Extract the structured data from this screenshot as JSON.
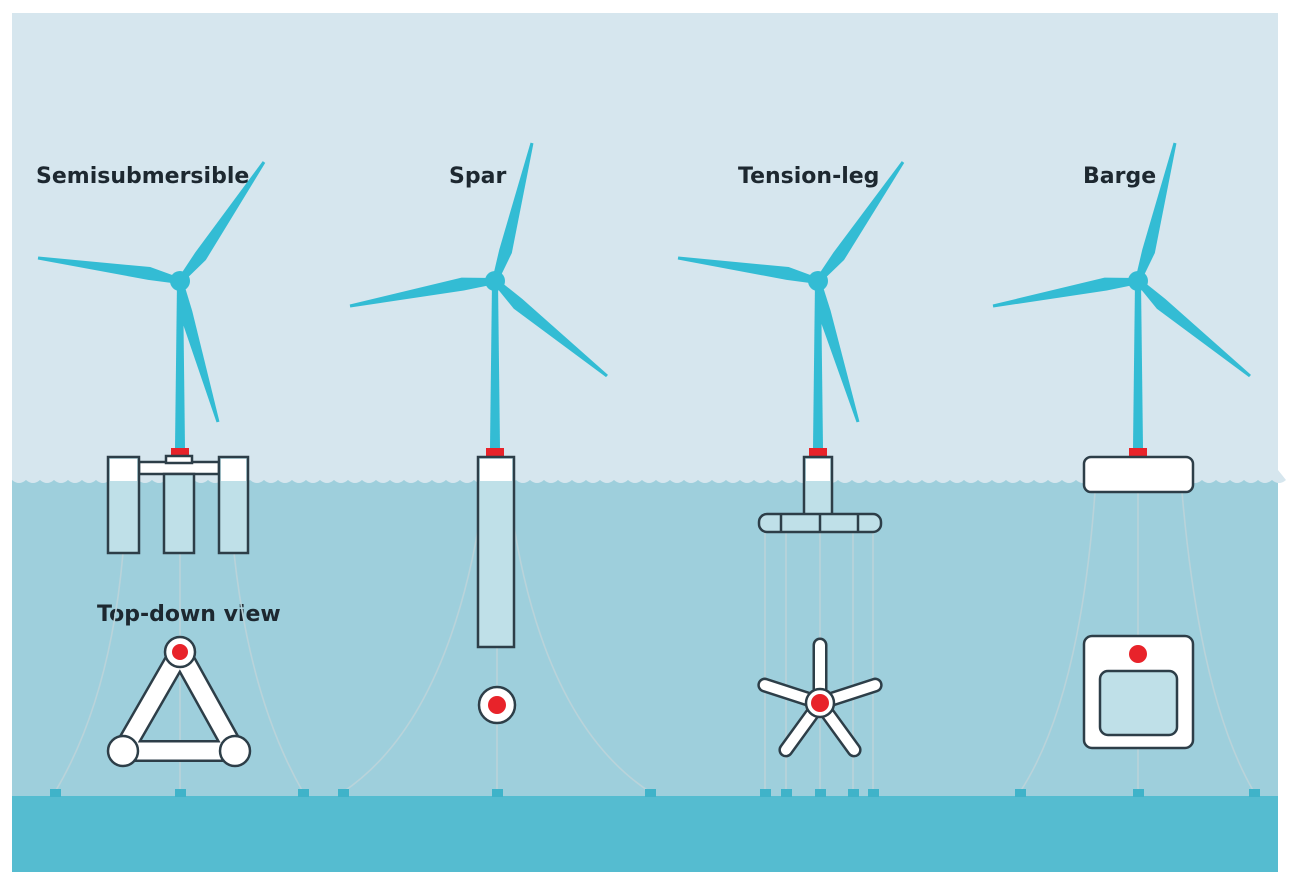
{
  "labels": {
    "semisubmersible": "Semisubmersible",
    "spar": "Spar",
    "tension_leg": "Tension-leg",
    "barge": "Barge",
    "top_down_view": "Top-down view"
  },
  "colors": {
    "sky": "#d6e6ee",
    "water": "#9ecfdc",
    "seabed": "#55bcd0",
    "turbine": "#33bcd4",
    "accent_red": "#e8232a",
    "outline": "#2d3e48",
    "float_fill": "#bfe0e8"
  }
}
